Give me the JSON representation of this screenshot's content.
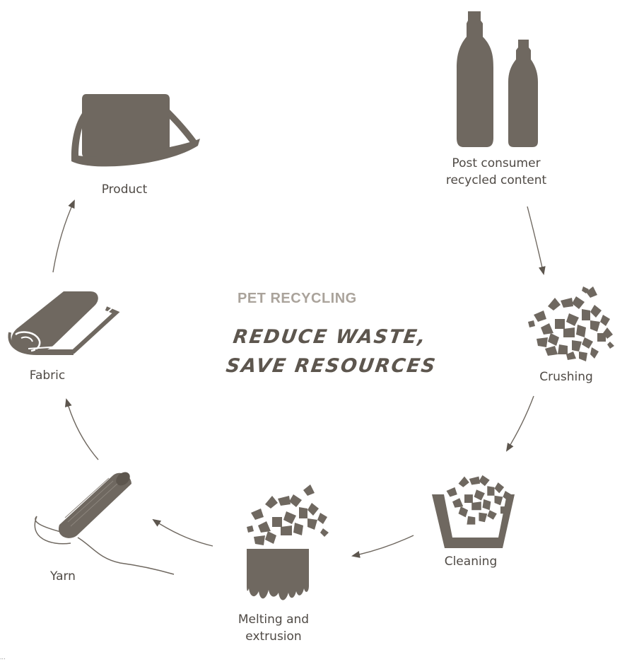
{
  "diagram": {
    "title": "PET RECYCLING",
    "tagline_line1": "REDUCE WASTE,",
    "tagline_line2": "SAVE RESOURCES",
    "colors": {
      "icon": "#6f6860",
      "title": "#aaa39b",
      "text": "#4f4a45"
    },
    "stages": [
      {
        "id": "post-consumer",
        "label_line1": "Post consumer",
        "label_line2": "recycled content",
        "icon": "bottles-icon"
      },
      {
        "id": "crushing",
        "label_line1": "Crushing",
        "icon": "flakes-icon"
      },
      {
        "id": "cleaning",
        "label_line1": "Cleaning",
        "icon": "wash-basin-icon"
      },
      {
        "id": "melting",
        "label_line1": "Melting and",
        "label_line2": "extrusion",
        "icon": "melting-block-icon"
      },
      {
        "id": "yarn",
        "label_line1": "Yarn",
        "icon": "yarn-spool-icon"
      },
      {
        "id": "fabric",
        "label_line1": "Fabric",
        "icon": "fabric-roll-icon"
      },
      {
        "id": "product",
        "label_line1": "Product",
        "icon": "bag-icon"
      }
    ],
    "footnote": "..."
  }
}
